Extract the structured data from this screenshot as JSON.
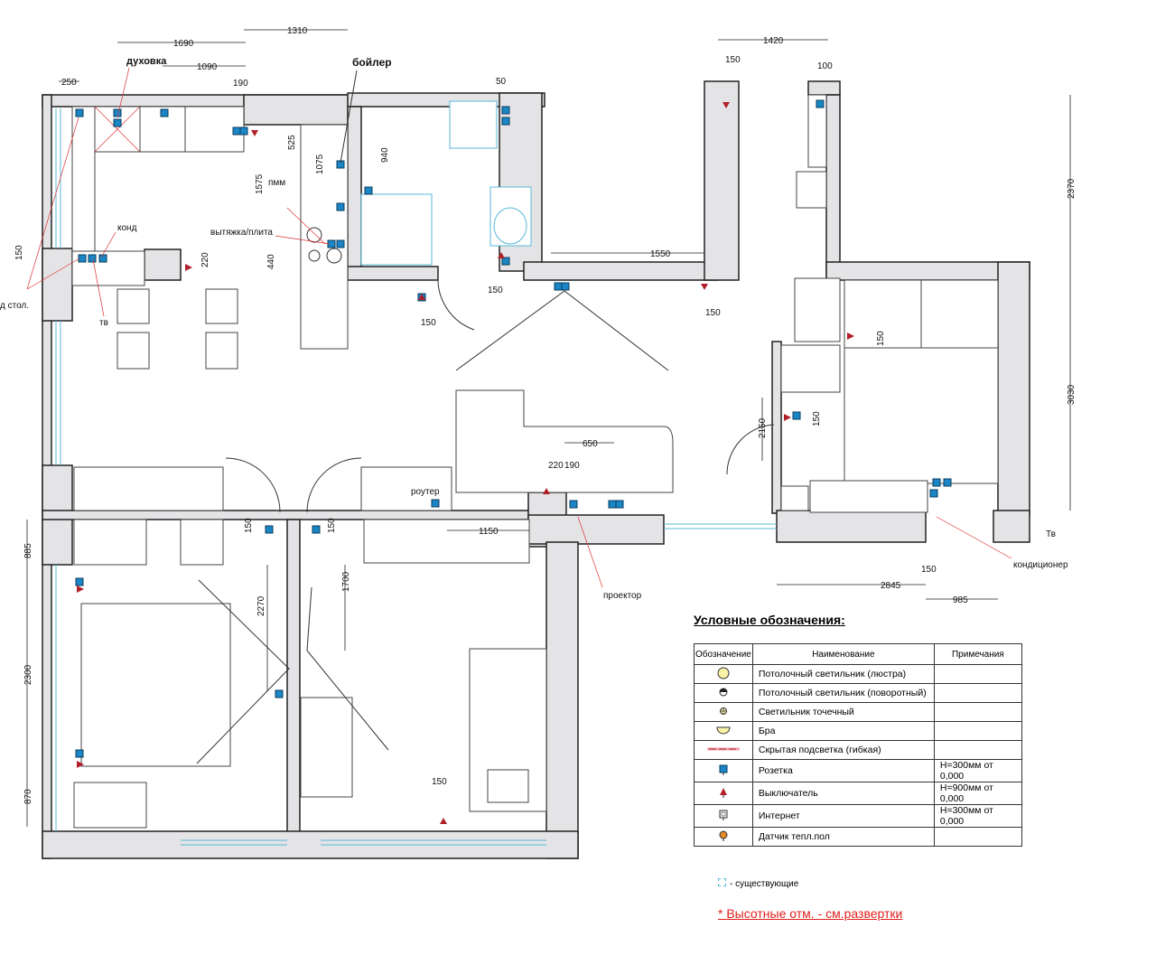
{
  "labels": {
    "oven": "духовка",
    "boiler": "бойлер",
    "cond": "конд",
    "tv": "тв",
    "under_table": "д стол.",
    "dishwasher": "пмм",
    "hood": "вытяжка/плита",
    "router": "роутер",
    "projector": "проектор",
    "conditioner": "кондиционер",
    "tv_right": "Тв"
  },
  "dimensions": {
    "d1690": "1690",
    "d1310": "1310",
    "d1090": "1090",
    "d250": "250",
    "d190": "190",
    "d50": "50",
    "d1420": "1420",
    "d150a": "150",
    "d100": "100",
    "d525": "525",
    "d1575": "1575",
    "d1075": "1075",
    "d940": "940",
    "d440": "440",
    "d150b": "150",
    "d220a": "220",
    "d1550": "1550",
    "d150c": "150",
    "d150d": "150",
    "d150e": "150",
    "d650": "650",
    "d220b": "220",
    "d190b": "190",
    "d1150": "1150",
    "d2150": "2150",
    "d150f": "150",
    "d2370": "2370",
    "d3030": "3030",
    "d2845": "2845",
    "d985": "985",
    "d150g": "150",
    "d885": "885",
    "d2300": "2300",
    "d870": "870",
    "d2270": "2270",
    "d1700": "1700",
    "d150h": "150",
    "d150i": "150",
    "d150j": "150",
    "d150k": "150"
  },
  "legend": {
    "title": "Условные обозначения:",
    "headers": [
      "Обозначение",
      "Наименование",
      "Примечания"
    ],
    "rows": [
      {
        "icon": "chandelier-icon",
        "name": "Потолочный светильник (люстра)",
        "note": ""
      },
      {
        "icon": "rotary-light-icon",
        "name": "Потолочный светильник (поворотный)",
        "note": ""
      },
      {
        "icon": "spot-light-icon",
        "name": "Светильник точечный",
        "note": ""
      },
      {
        "icon": "sconce-icon",
        "name": "Бра",
        "note": ""
      },
      {
        "icon": "led-strip-icon",
        "name": "Скрытая  подсветка (гибкая)",
        "note": ""
      },
      {
        "icon": "socket-icon",
        "name": "Розетка",
        "note": "H=300мм от 0,000"
      },
      {
        "icon": "switch-icon",
        "name": "Выключатель",
        "note": "H=900мм от 0,000"
      },
      {
        "icon": "internet-icon",
        "name": "Интернет",
        "note": "H=300мм от 0,000"
      },
      {
        "icon": "floor-sensor-icon",
        "name": "Датчик тепл.пол",
        "note": ""
      }
    ],
    "existing": "- существующие",
    "note": "* Высотные отм. - см.развертки"
  },
  "colors": {
    "socket": "#1a86c6",
    "switch": "#b0202a",
    "wall": "#e4e4e6",
    "window": "#58b8d8",
    "note": "#e02020"
  }
}
